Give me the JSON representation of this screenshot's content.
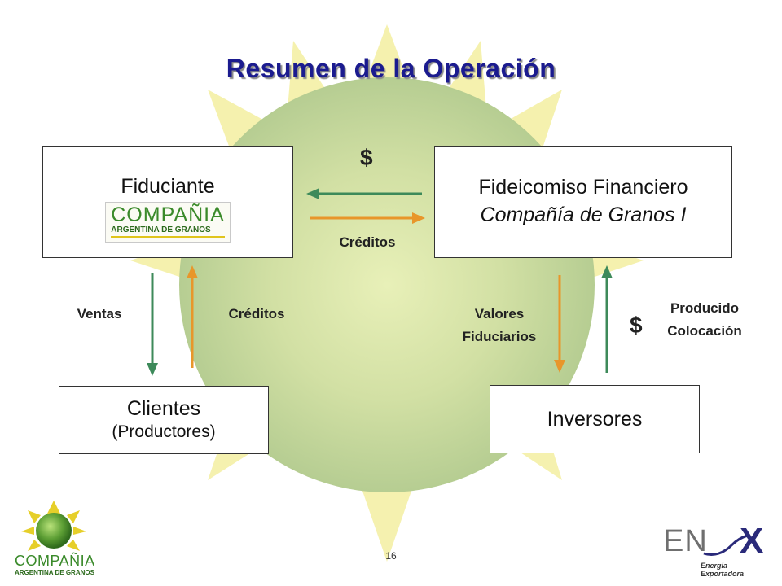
{
  "title": "Resumen de la Operación",
  "boxes": {
    "fiduciante": {
      "title": "Fiduciante",
      "logo_word": "COMPAÑIA",
      "logo_tag": "ARGENTINA DE GRANOS"
    },
    "fideicomiso": {
      "line1": "Fideicomiso Financiero",
      "line2": "Compañía de Granos I"
    },
    "clientes": {
      "title": "Clientes",
      "subtitle": "(Productores)"
    },
    "inversores": {
      "title": "Inversores"
    }
  },
  "labels": {
    "top_dollar": "$",
    "top_creditos": "Créditos",
    "ventas": "Ventas",
    "left_creditos": "Créditos",
    "valores_line1": "Valores",
    "valores_line2": "Fiduciarios",
    "right_dollar": "$",
    "producido_line1": "Producido",
    "producido_line2": "Colocación"
  },
  "footer": {
    "page_number": "16",
    "left_logo_word": "COMPAÑIA",
    "left_logo_tag": "ARGENTINA DE GRANOS",
    "right_logo_en": "EN",
    "right_logo_x": "X",
    "right_logo_tag": "Energia Exportadora"
  },
  "colors": {
    "title": "#1b1b8f",
    "arrow_green": "#3d8a5a",
    "arrow_orange": "#e8962a",
    "sun_yellow": "#f3ee9c",
    "sun_green": "#b9cf95"
  }
}
